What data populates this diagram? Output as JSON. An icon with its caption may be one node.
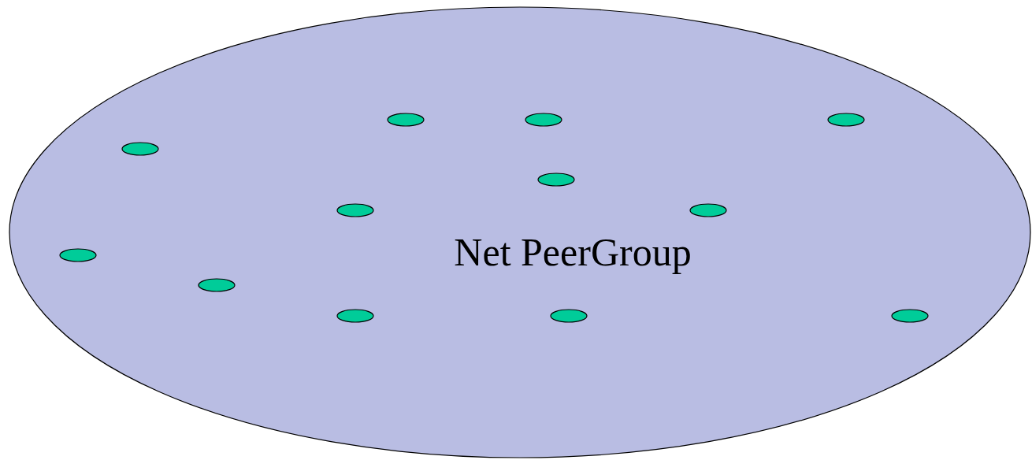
{
  "diagram": {
    "nodes": [
      {
        "text": [
          "Net PeerGroup"
        ]
      },
      {
        "text": [],
        "shape": "ellipse",
        "in": 0
      },
      {
        "text": [],
        "shape": "ellipse",
        "in": 0
      },
      {
        "text": [],
        "shape": "ellipse",
        "in": 0
      },
      {
        "text": [],
        "shape": "ellipse",
        "in": 0
      },
      {
        "text": [],
        "shape": "ellipse",
        "in": 0
      },
      {
        "text": [],
        "shape": "ellipse",
        "in": 0
      },
      {
        "text": [],
        "shape": "ellipse",
        "in": 0
      },
      {
        "text": [],
        "shape": "ellipse",
        "in": 0
      },
      {
        "text": [],
        "shape": "ellipse",
        "in": 0
      },
      {
        "text": [],
        "shape": "ellipse",
        "in": 0
      },
      {
        "text": [],
        "shape": "ellipse",
        "in": 0
      },
      {
        "text": [],
        "shape": "ellipse",
        "in": 0
      }
    ]
  }
}
